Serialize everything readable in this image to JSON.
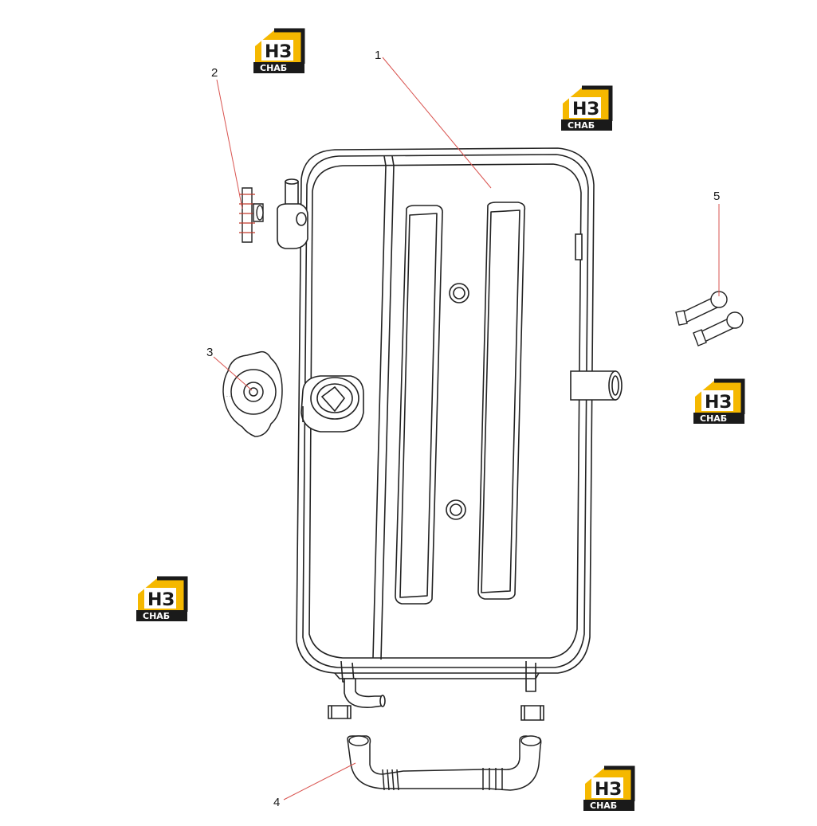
{
  "callouts": {
    "c1": "1",
    "c2": "2",
    "c3": "3",
    "c4": "4",
    "c5": "5"
  },
  "logo": {
    "letters": "НЗ",
    "word": "СНАБ",
    "brand_color": "#f5b800",
    "dark_color": "#1a1a1a"
  },
  "leader_color": "#d9534f"
}
